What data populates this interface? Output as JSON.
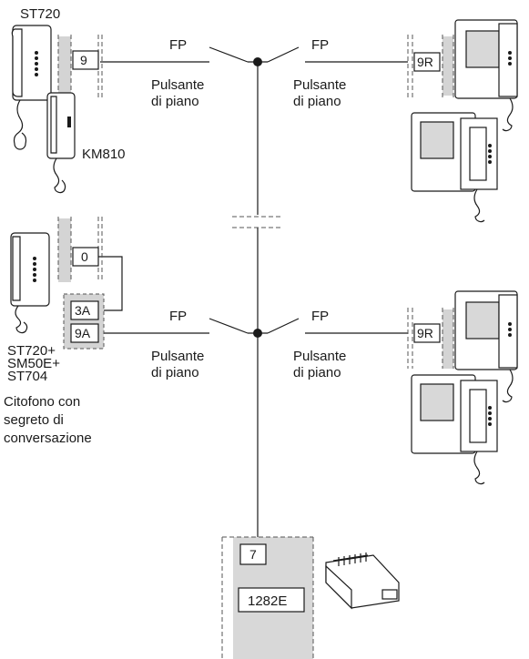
{
  "labels": {
    "st720": "ST720",
    "km810": "KM810",
    "st720_combo": [
      "ST720+",
      "SM50E+",
      "ST704"
    ],
    "citofono": [
      "Citofono con",
      "segreto di",
      "conversazione"
    ],
    "fp": "FP",
    "pulsante": [
      "Pulsante",
      "di piano"
    ],
    "module": "1282E"
  },
  "terminals": {
    "t9": "9",
    "t9R": "9R",
    "t0": "0",
    "t3A": "3A",
    "t9A": "9A",
    "t7": "7"
  }
}
